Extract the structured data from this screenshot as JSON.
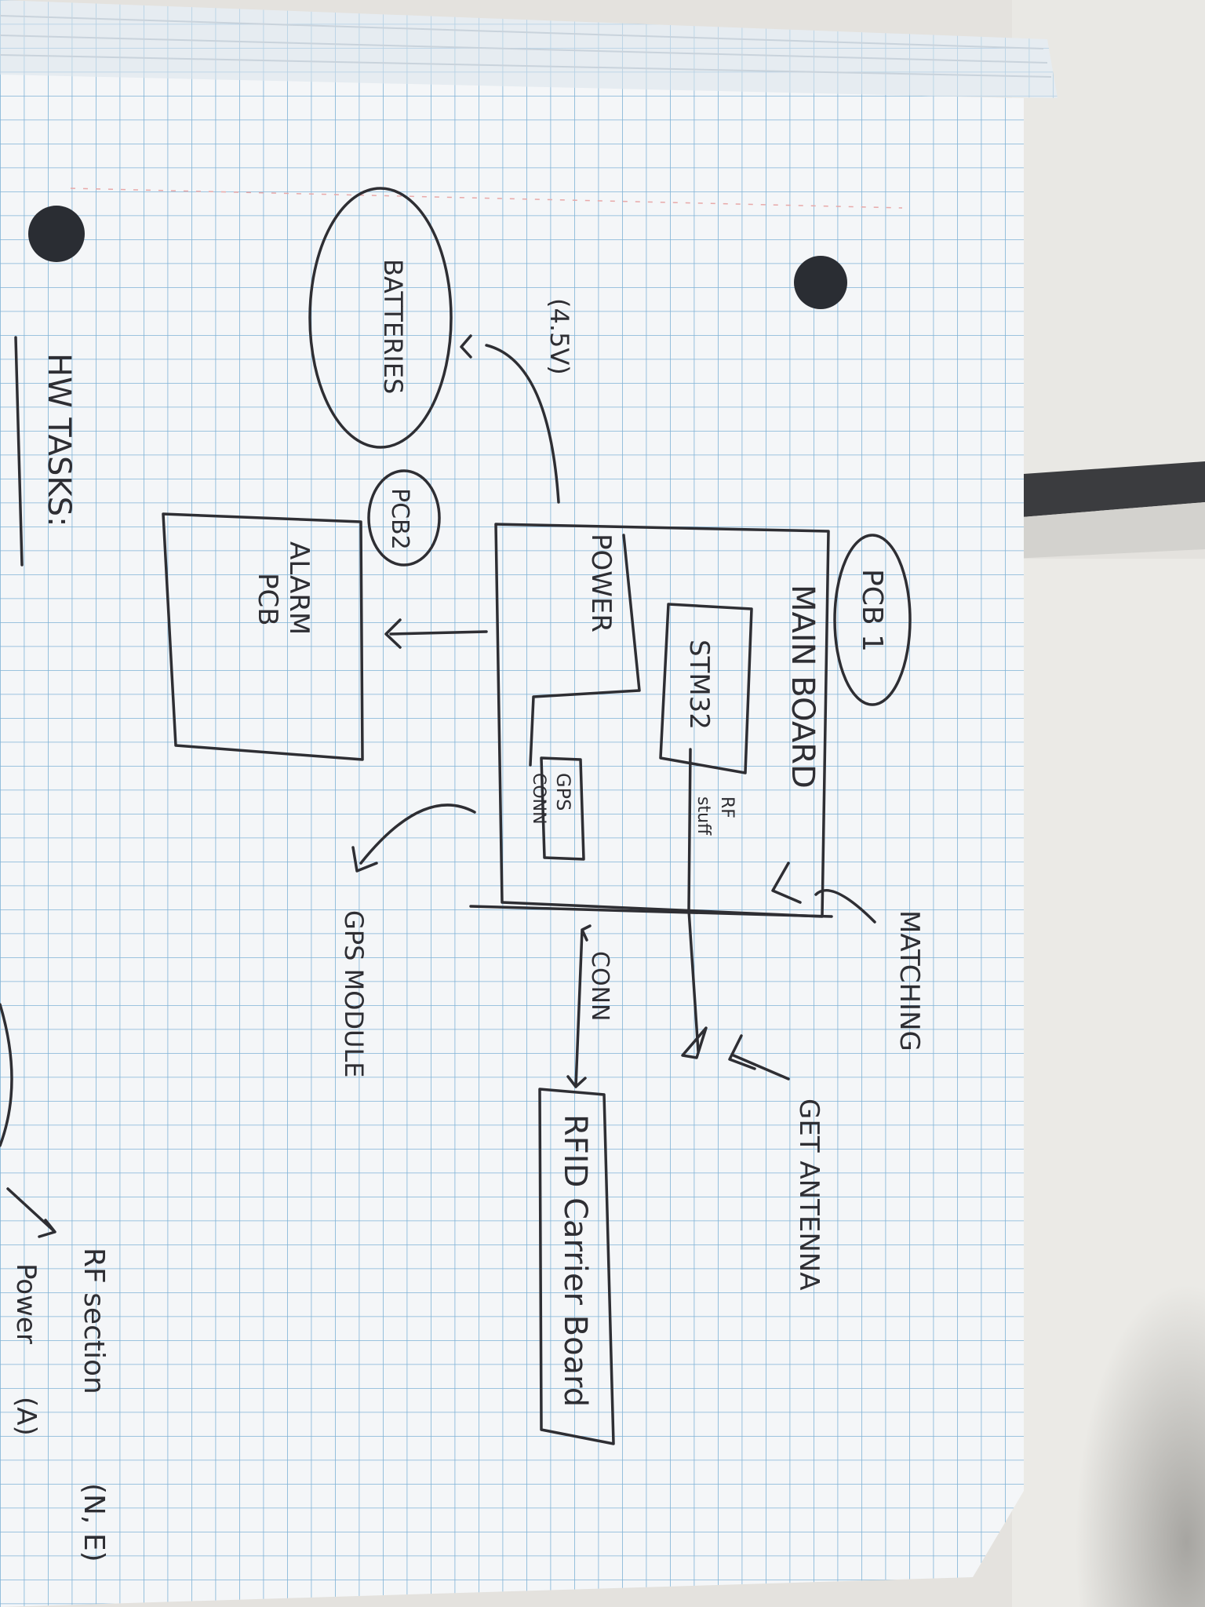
{
  "photo": {
    "subject": "hand-drawn hardware block diagram on grid paper",
    "colors": {
      "paper": "#f4f6f8",
      "grid": "#7fb2d6",
      "ink": "#2e2e33",
      "desk": "#e4e2de",
      "hole": "#2a2d33"
    }
  },
  "diagram": {
    "pcb1_label": "PCB 1",
    "main_board_label": "MAIN BOARD",
    "stm32_label": "STM32",
    "power_label": "POWER",
    "gps_conn_line1": "GPS",
    "gps_conn_line2": "CONN",
    "rf_stuff_line1": "RF",
    "rf_stuff_line2": "stuff",
    "conn_label": "CONN",
    "rfid_label": "RFID Carrier Board",
    "matching_label": "MATCHING",
    "get_antenna_label": "GET ANTENNA",
    "gps_module_label": "GPS MODULE",
    "batteries_label": "BATTERIES",
    "voltage_label": "(4.5V)",
    "pcb2_label": "PCB2",
    "alarm_line1": "ALARM",
    "alarm_line2": "PCB",
    "hw_tasks_label": "HW TASKS:",
    "rf_section_label": "RF section",
    "rf_section_tag": "(N, E)",
    "power_task_label": "Power",
    "power_task_tag": "(A)"
  }
}
